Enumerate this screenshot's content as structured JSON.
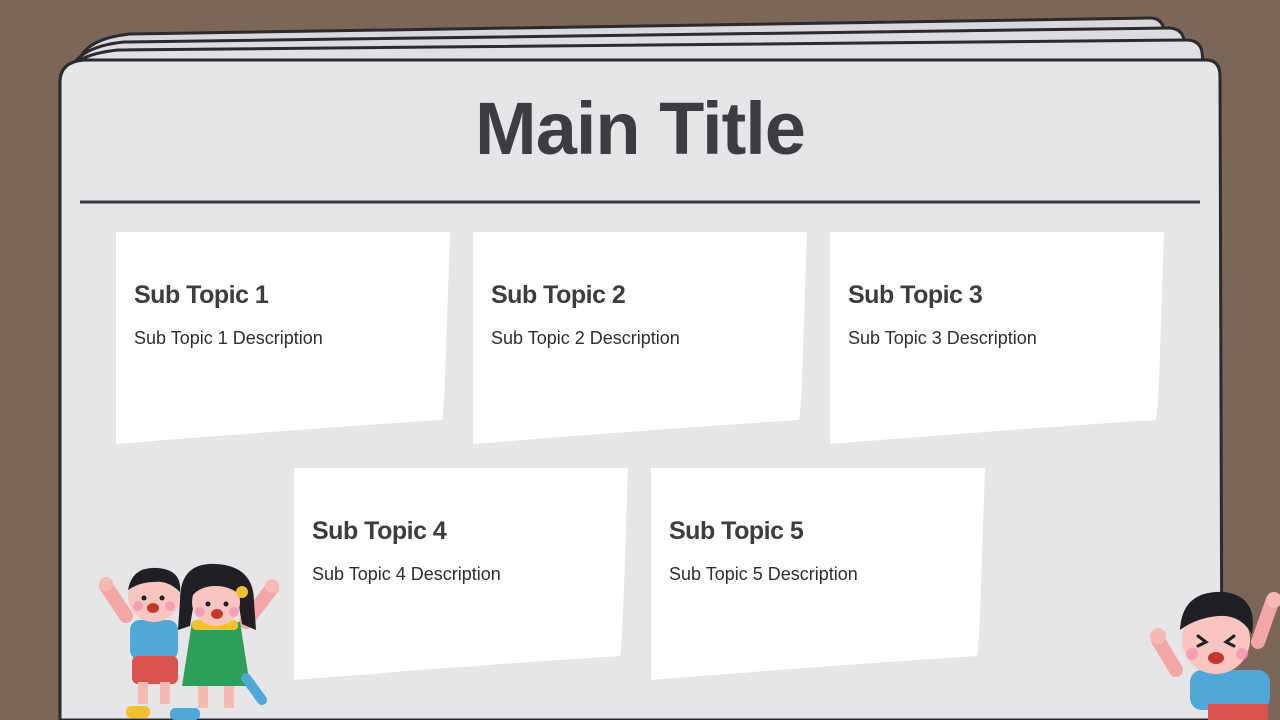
{
  "slide": {
    "title": "Main Title"
  },
  "cards": [
    {
      "title": "Sub Topic 1",
      "description": "Sub Topic 1 Description"
    },
    {
      "title": "Sub Topic 2",
      "description": "Sub Topic 2 Description"
    },
    {
      "title": "Sub Topic 3",
      "description": "Sub Topic 3 Description"
    },
    {
      "title": "Sub Topic 4",
      "description": "Sub Topic 4 Description"
    },
    {
      "title": "Sub Topic 5",
      "description": "Sub Topic 5 Description"
    }
  ],
  "colors": {
    "background": "#7b6657",
    "page": "#e6e5e8",
    "card": "#ffffff",
    "text": "#3f3c41",
    "outline": "#2b2a2e"
  }
}
